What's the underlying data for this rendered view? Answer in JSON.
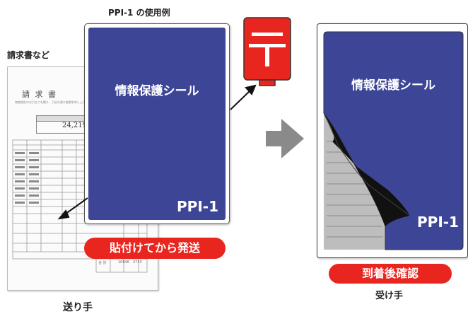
{
  "title": "PPI-1 の使用例",
  "invoice_label": "請求書など",
  "invoice": {
    "heading": "請 求 書",
    "intro": "毎度格別のお引立てを賜り、下記の通り御請求申し上げます。",
    "amount": "24,219",
    "total_label": "合 計",
    "total_values": [
      "10846",
      "2733"
    ]
  },
  "seal_text": "情報保護シール",
  "seal_code": "PPI-1",
  "left_action": "貼付けてから発送",
  "right_action": "到着後確認",
  "sender_label": "送り手",
  "receiver_label": "受け手",
  "colors": {
    "seal_blue": "#3d4597",
    "accent_red": "#e8261f",
    "arrow_grey": "#8a8a8a",
    "peel_black": "#111111"
  },
  "icons": [
    "mailbox-icon",
    "arrow-right-icon",
    "pointer-arrow-icon"
  ]
}
